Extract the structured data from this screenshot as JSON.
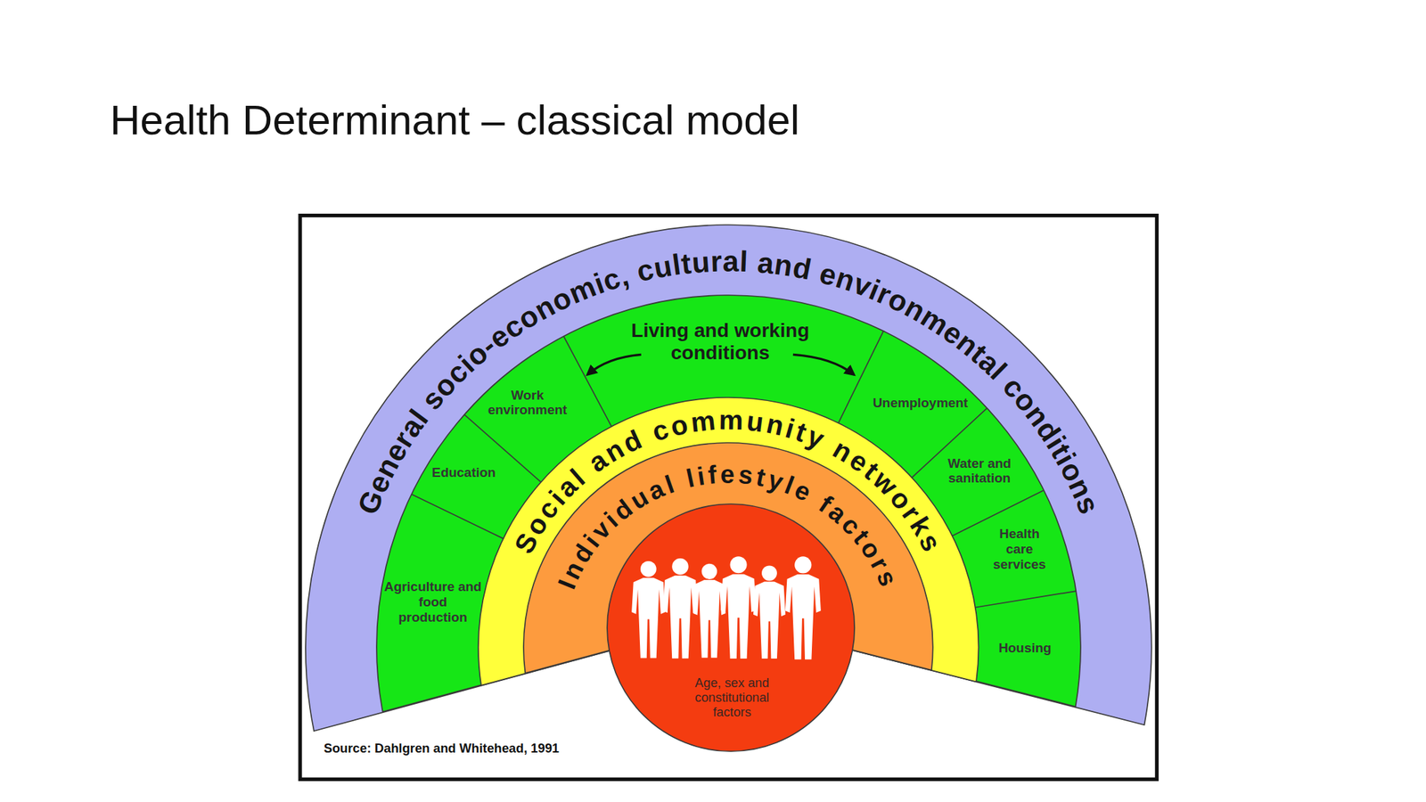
{
  "diagram": {
    "title": "Health Determinant – classical model",
    "caption": "Source: Dahlgren and Whitehead, 1991",
    "nodes": [
      {
        "text": [
          "General socio-economic, cultural and environmental conditions"
        ]
      },
      {
        "text": [
          "Living and working conditions"
        ],
        "in": 0
      },
      {
        "text": [
          "Work environment"
        ],
        "in": 1
      },
      {
        "text": [
          "Education"
        ],
        "in": 1
      },
      {
        "text": [
          "Agriculture and food production"
        ],
        "in": 1
      },
      {
        "text": [
          "Unemployment"
        ],
        "in": 1
      },
      {
        "text": [
          "Water and sanitation"
        ],
        "in": 1
      },
      {
        "text": [
          "Health care services"
        ],
        "in": 1
      },
      {
        "text": [
          "Housing"
        ],
        "in": 1
      },
      {
        "text": [
          "Social and community networks"
        ],
        "in": 1
      },
      {
        "text": [
          "Individual lifestyle factors"
        ],
        "in": 9
      },
      {
        "text": [
          "Age, sex and constitutional factors"
        ],
        "in": 10
      }
    ]
  }
}
